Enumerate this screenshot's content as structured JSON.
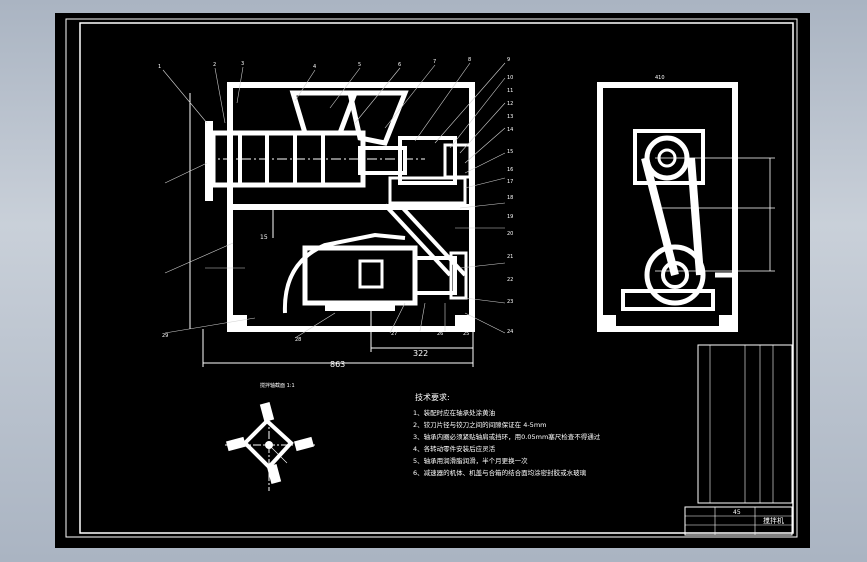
{
  "colors": {
    "background": "#000000",
    "lines": "#ffffff",
    "desktop": "#b3bcc8",
    "leader": "#cfcfcf"
  },
  "drawing": {
    "dimensions": {
      "overall_width": "863",
      "motor_offset": "322",
      "small_dim": "15"
    },
    "balloons_left": [
      "1",
      "2",
      "3",
      "4",
      "5",
      "6",
      "7",
      "8",
      "9",
      "10",
      "11",
      "12",
      "13",
      "14",
      "15",
      "16",
      "17",
      "18",
      "19",
      "20",
      "21",
      "22",
      "23",
      "24",
      "25",
      "26",
      "27",
      "28",
      "29"
    ],
    "detail_label": "搅拌轴截面 1:1",
    "tech_requirements": {
      "heading": "技术要求:",
      "items": [
        "1、装配时应在轴承处涂黄油",
        "2、铰刀片径与铰刀之间的间隙保证在  4-5mm",
        "3、轴承内圈必须紧贴轴肩或挡环，用0.05mm塞尺检查不得通过",
        "4、各转动零件安装后应灵活",
        "5、轴承用润滑脂润滑，半个月更换一次",
        "6、减速器的机体、机盖与合箱的结合面均涂密封胶或水玻璃"
      ]
    },
    "title_block": {
      "drawing_no": "45",
      "title": "搅拌机"
    }
  }
}
